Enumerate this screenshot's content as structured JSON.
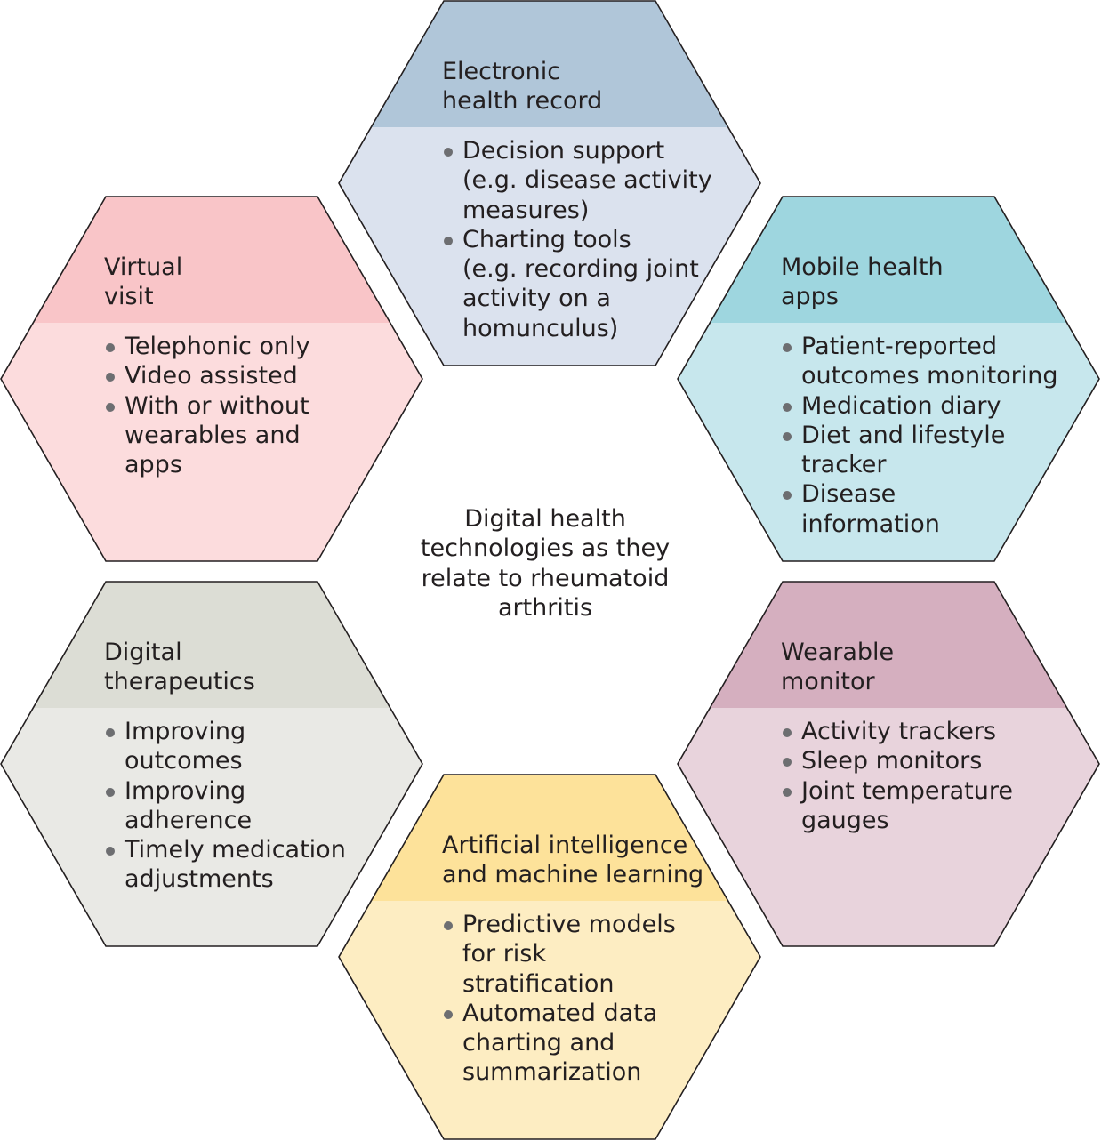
{
  "center_label": "Digital health technologies as they relate to rheumatoid arthritis",
  "colors": {
    "outline": "#231f20",
    "bullet": "#6d6e71"
  },
  "hexagons": [
    {
      "id": "ehr",
      "title": "Electronic\nhealth record",
      "items": [
        "Decision support\n(e.g. disease activity\nmeasures)",
        "Charting tools\n(e.g. recording joint\nactivity on a\nhomunculus)"
      ],
      "header_color": "#b0c6d9",
      "body_color": "#dbe2ee"
    },
    {
      "id": "mobile",
      "title": "Mobile health\napps",
      "items": [
        "Patient-reported\noutcomes monitoring",
        "Medication diary",
        "Diet and lifestyle\ntracker",
        "Disease\ninformation"
      ],
      "header_color": "#9ed6df",
      "body_color": "#c7e7ed"
    },
    {
      "id": "wearable",
      "title": "Wearable\nmonitor",
      "items": [
        "Activity trackers",
        "Sleep monitors",
        "Joint temperature\ngauges"
      ],
      "header_color": "#d5afbf",
      "body_color": "#e8d3dc"
    },
    {
      "id": "ai",
      "title": "Artificial intelligence\nand machine learning",
      "items": [
        "Predictive models\nfor risk\nstratification",
        "Automated data\ncharting and\nsummarization"
      ],
      "header_color": "#fde29a",
      "body_color": "#fdedc2"
    },
    {
      "id": "therapeutics",
      "title": "Digital\ntherapeutics",
      "items": [
        "Improving\noutcomes",
        "Improving\nadherence",
        "Timely medication\nadjustments"
      ],
      "header_color": "#dcddd5",
      "body_color": "#e9e9e5"
    },
    {
      "id": "virtual",
      "title": "Virtual\nvisit",
      "items": [
        "Telephonic only",
        "Video assisted",
        "With or without\nwearables and\napps"
      ],
      "header_color": "#f9c5c8",
      "body_color": "#fcdcdd"
    }
  ]
}
